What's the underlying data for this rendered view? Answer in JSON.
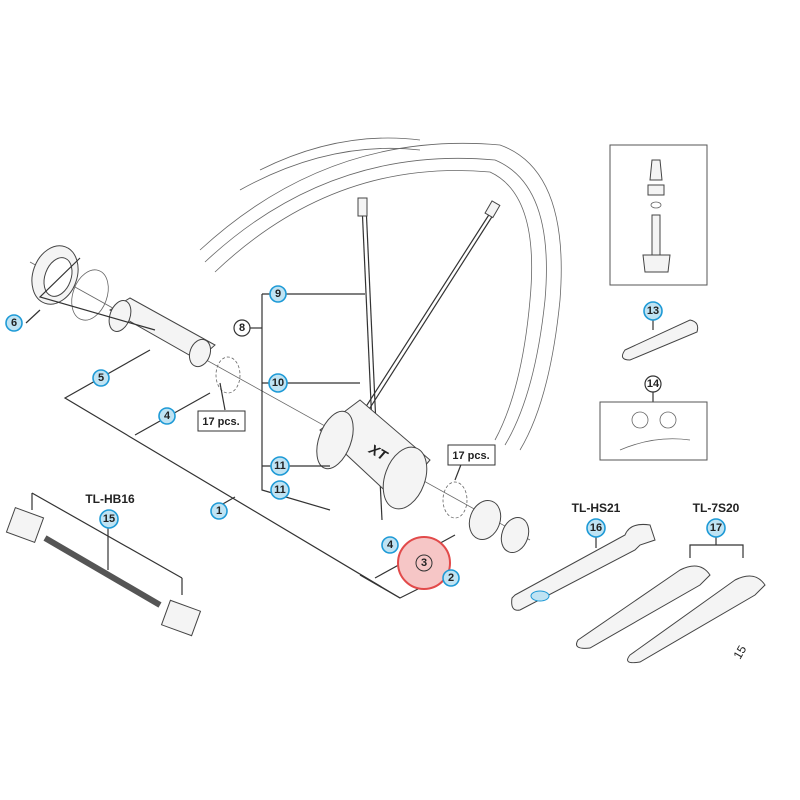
{
  "colors": {
    "callout_fill": "#bfe3f3",
    "callout_stroke": "#1e9ad6",
    "highlight": "#e24a4a",
    "highlight_fill": "#f6c6c6"
  },
  "callouts": {
    "c1": "1",
    "c2": "2",
    "c3": "3",
    "c4a": "4",
    "c4b": "4",
    "c5": "5",
    "c6": "6",
    "c8": "8",
    "c9": "9",
    "c10": "10",
    "c11a": "11",
    "c11b": "11",
    "c13": "13",
    "c14": "14",
    "c15": "15",
    "c16": "16",
    "c17": "17"
  },
  "ball_count_left": "17 pcs.",
  "ball_count_right": "17 pcs.",
  "tools": {
    "hb16": "TL-HB16",
    "hs21": "TL-HS21",
    "s720": "TL-7S20"
  },
  "hub_brand": "XT",
  "edge_text": "15"
}
